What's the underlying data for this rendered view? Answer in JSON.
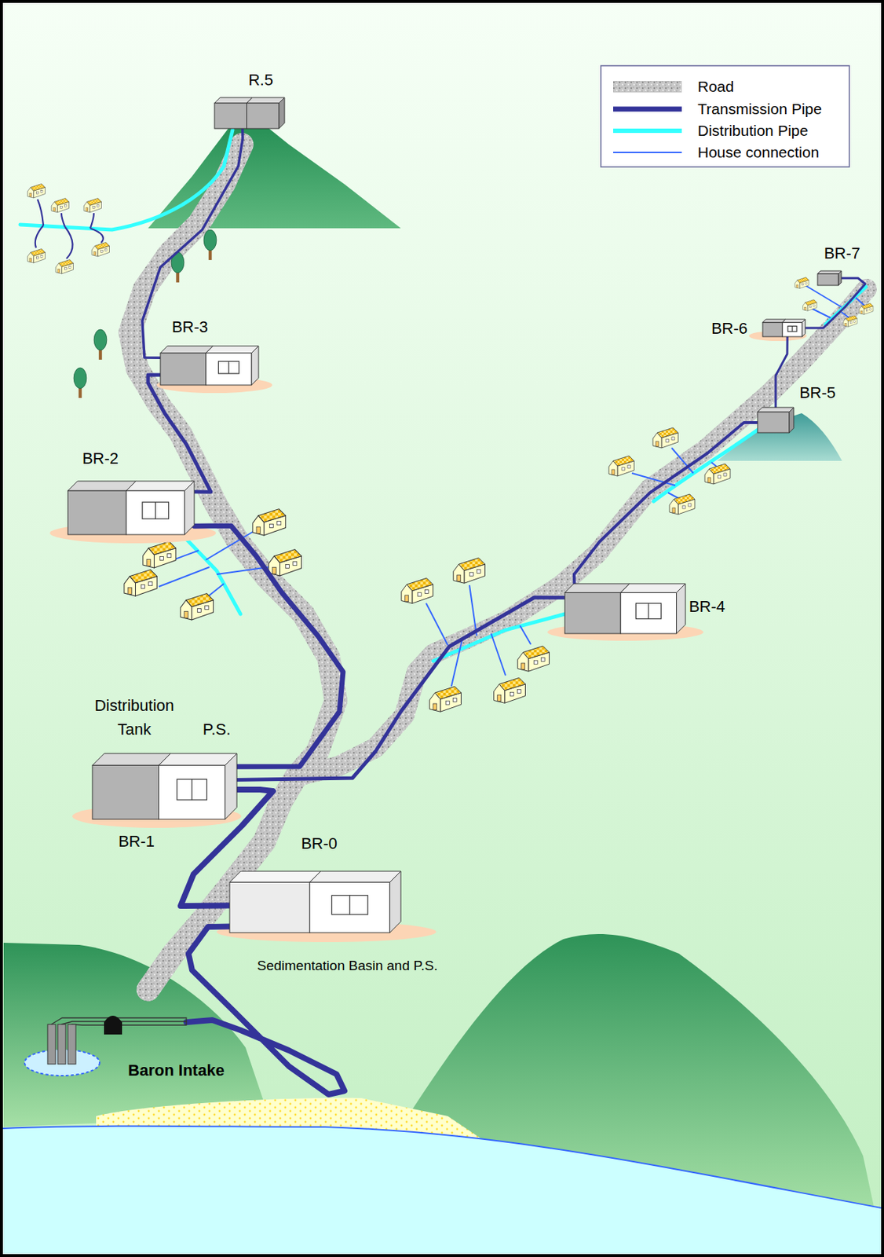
{
  "diagram": {
    "nodes": [
      {
        "text": [
          "R.5"
        ]
      },
      {
        "text": [
          "BR-7"
        ]
      },
      {
        "text": [
          "BR-3"
        ]
      },
      {
        "text": [
          "BR-6"
        ]
      },
      {
        "text": [
          "BR-5"
        ]
      },
      {
        "text": [
          "BR-2"
        ]
      },
      {
        "text": [
          "BR-4"
        ]
      },
      {
        "text": [
          "Distribution Tank",
          "P.S.",
          "BR-1"
        ]
      },
      {
        "text": [
          "BR-0",
          "Sedimentation Basin and P.S."
        ]
      },
      {
        "text": [
          "Baron Intake"
        ]
      }
    ],
    "edges": [
      {
        "from": 9,
        "to": 8,
        "arrow": "none"
      },
      {
        "from": 8,
        "to": 7,
        "arrow": "none"
      },
      {
        "from": 7,
        "to": 5,
        "arrow": "none"
      },
      {
        "from": 5,
        "to": 2,
        "arrow": "none"
      },
      {
        "from": 2,
        "to": 0,
        "arrow": "none"
      },
      {
        "from": 7,
        "to": 6,
        "arrow": "none"
      },
      {
        "from": 6,
        "to": 4,
        "arrow": "none"
      },
      {
        "from": 4,
        "to": 3,
        "arrow": "none"
      },
      {
        "from": 3,
        "to": 1,
        "arrow": "none"
      }
    ],
    "legend": [
      {
        "text": "Road"
      },
      {
        "text": "Transmission Pipe"
      },
      {
        "text": "Distribution Pipe"
      },
      {
        "text": "House connection"
      }
    ]
  }
}
